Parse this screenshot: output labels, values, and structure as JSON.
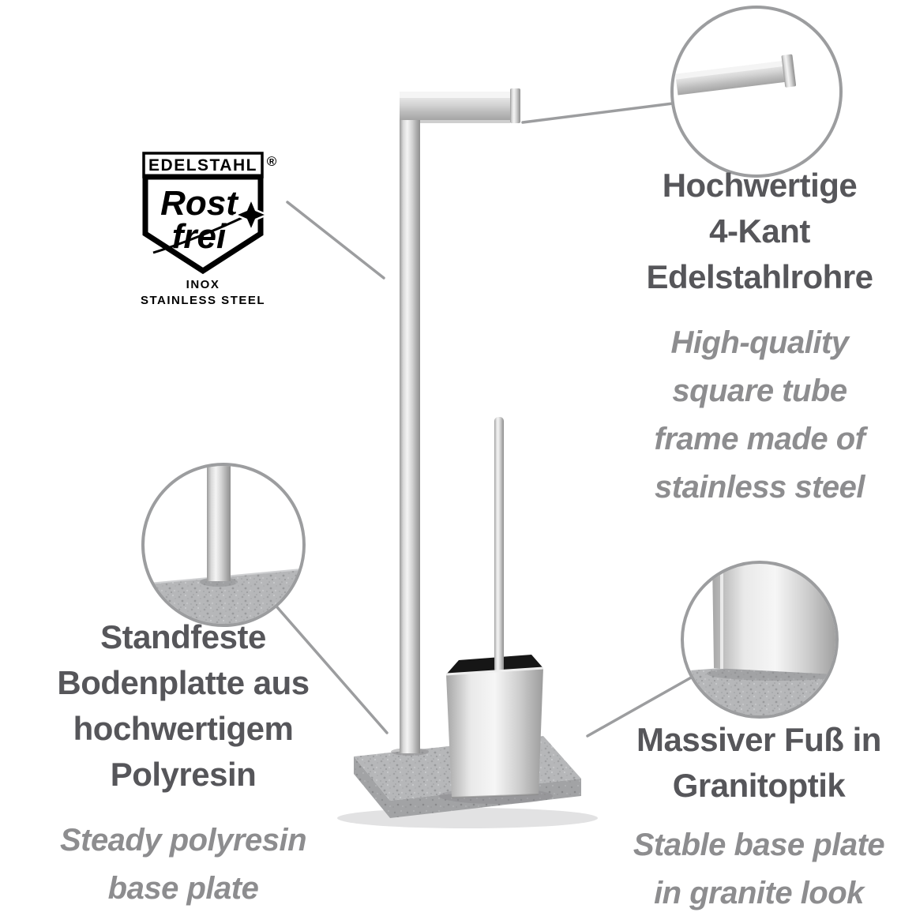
{
  "badge": {
    "top_label": "EDELSTAHL",
    "registered_mark": "®",
    "word_line1": "Rost",
    "word_line2": "frei",
    "footer_line1": "INOX",
    "footer_line2": "STAINLESS STEEL"
  },
  "annotations": {
    "square_tube": {
      "title_lines": [
        "Hochwertige",
        "4-Kant",
        "Edelstahlrohre"
      ],
      "subtitle_lines": [
        "High-quality",
        "square tube",
        "frame made of",
        "stainless steel"
      ]
    },
    "base_plate": {
      "title_lines": [
        "Standfeste",
        "Bodenplatte aus",
        "hochwertigem",
        "Polyresin"
      ],
      "subtitle_lines": [
        "Steady polyresin",
        "base plate"
      ]
    },
    "granite_foot": {
      "title_lines": [
        "Massiver Fuß in",
        "Granitoptik"
      ],
      "subtitle_lines": [
        "Stable base plate",
        "in granite look"
      ]
    }
  },
  "colors": {
    "title": "#56565a",
    "subtitle": "#8d8d8f",
    "callout": "#9c9d9f",
    "badge": "#000000",
    "steel": "#c9c9c9",
    "granite": "#b6b7b9"
  }
}
